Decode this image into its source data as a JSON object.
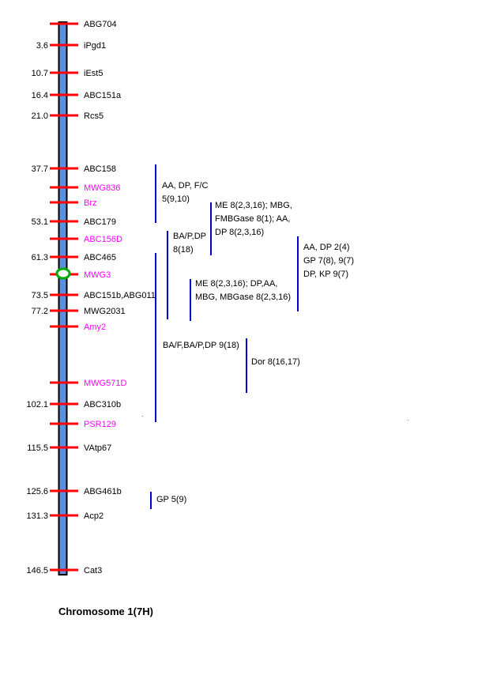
{
  "title": "Chromosome 1(7H)",
  "colors": {
    "chromosome_fill": "#5b8fe0",
    "chromosome_edge": "#000000",
    "tick": "#ff0000",
    "marker_black": "#000000",
    "marker_magenta": "#ff00ff",
    "qtl_bar": "#0000cc",
    "centromere_ring": "#00aa00"
  },
  "markers": [
    {
      "name": "ABG704",
      "position": "",
      "color": "black"
    },
    {
      "name": "iPgd1",
      "position": "3.6",
      "color": "black"
    },
    {
      "name": "iEst5",
      "position": "10.7",
      "color": "black"
    },
    {
      "name": "ABC151a",
      "position": "16.4",
      "color": "black"
    },
    {
      "name": "Rcs5",
      "position": "21.0",
      "color": "black"
    },
    {
      "name": "ABC158",
      "position": "37.7",
      "color": "black"
    },
    {
      "name": "MWG836",
      "position": "",
      "color": "magenta"
    },
    {
      "name": "Brz",
      "position": "",
      "color": "magenta"
    },
    {
      "name": "ABC179",
      "position": "53.1",
      "color": "black"
    },
    {
      "name": "ABC156D",
      "position": "",
      "color": "magenta"
    },
    {
      "name": "ABC465",
      "position": "61.3",
      "color": "black"
    },
    {
      "name": "MWG3",
      "position": "",
      "color": "magenta"
    },
    {
      "name": "ABC151b,ABG011",
      "position": "73.5",
      "color": "black"
    },
    {
      "name": "MWG2031",
      "position": "77.2",
      "color": "black"
    },
    {
      "name": "Amy2",
      "position": "",
      "color": "magenta"
    },
    {
      "name": "MWG571D",
      "position": "",
      "color": "magenta"
    },
    {
      "name": "ABC310b",
      "position": "102.1",
      "color": "black"
    },
    {
      "name": "PSR129",
      "position": "",
      "color": "magenta"
    },
    {
      "name": "VAtp67",
      "position": "115.5",
      "color": "black"
    },
    {
      "name": "ABG461b",
      "position": "125.6",
      "color": "black"
    },
    {
      "name": "Acp2",
      "position": "131.3",
      "color": "black"
    },
    {
      "name": "Cat3",
      "position": "146.5",
      "color": "black"
    }
  ],
  "qtls": [
    {
      "lines": [
        "AA, DP, F/C",
        "5(9,10)"
      ]
    },
    {
      "lines": [
        "ME 8(2,3,16);  MBG,",
        "FMBGase 8(1);  AA,",
        "DP 8(2,3,16)"
      ]
    },
    {
      "lines": [
        "BA/P,DP",
        "8(18)"
      ]
    },
    {
      "lines": [
        "AA, DP 2(4)",
        "GP 7(8), 9(7)",
        "DP, KP 9(7)"
      ]
    },
    {
      "lines": [
        "ME 8(2,3,16);  DP,AA,",
        "MBG, MBGase 8(2,3,16)"
      ]
    },
    {
      "lines": [
        "BA/F,BA/P,DP 9(18)"
      ]
    },
    {
      "lines": [
        "Dor 8(16,17)"
      ]
    },
    {
      "lines": [
        "GP 5(9)"
      ]
    }
  ]
}
